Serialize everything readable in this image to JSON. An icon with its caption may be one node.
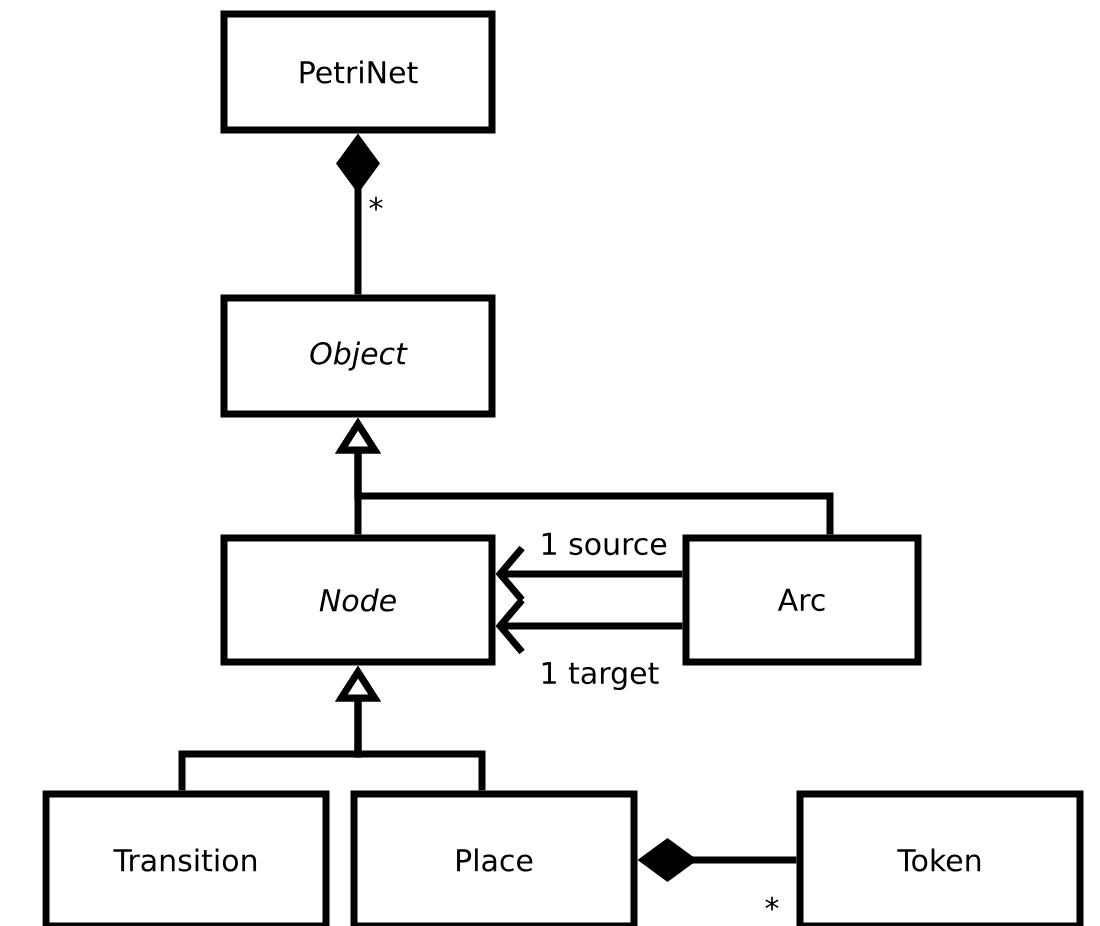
{
  "diagram": {
    "nodes": [
      {
        "text": [
          "PetriNet"
        ]
      },
      {
        "text": [
          "Object"
        ]
      },
      {
        "text": [
          "Node"
        ]
      },
      {
        "text": [
          "Arc"
        ]
      },
      {
        "text": [
          "Transition"
        ]
      },
      {
        "text": [
          "Place"
        ]
      },
      {
        "text": [
          "Token"
        ]
      }
    ],
    "edges": [
      {
        "from": 0,
        "to": 1,
        "arrow": "other",
        "label": "*"
      },
      {
        "from": 2,
        "to": 1,
        "arrow": "to"
      },
      {
        "from": 3,
        "to": 1,
        "arrow": "to"
      },
      {
        "from": 3,
        "to": 2,
        "arrow": "to",
        "label": "1 source"
      },
      {
        "from": 3,
        "to": 2,
        "arrow": "to",
        "label": "1 target"
      },
      {
        "from": 4,
        "to": 2,
        "arrow": "to"
      },
      {
        "from": 5,
        "to": 2,
        "arrow": "to"
      },
      {
        "from": 5,
        "to": 6,
        "arrow": "other",
        "label": "*"
      }
    ]
  }
}
